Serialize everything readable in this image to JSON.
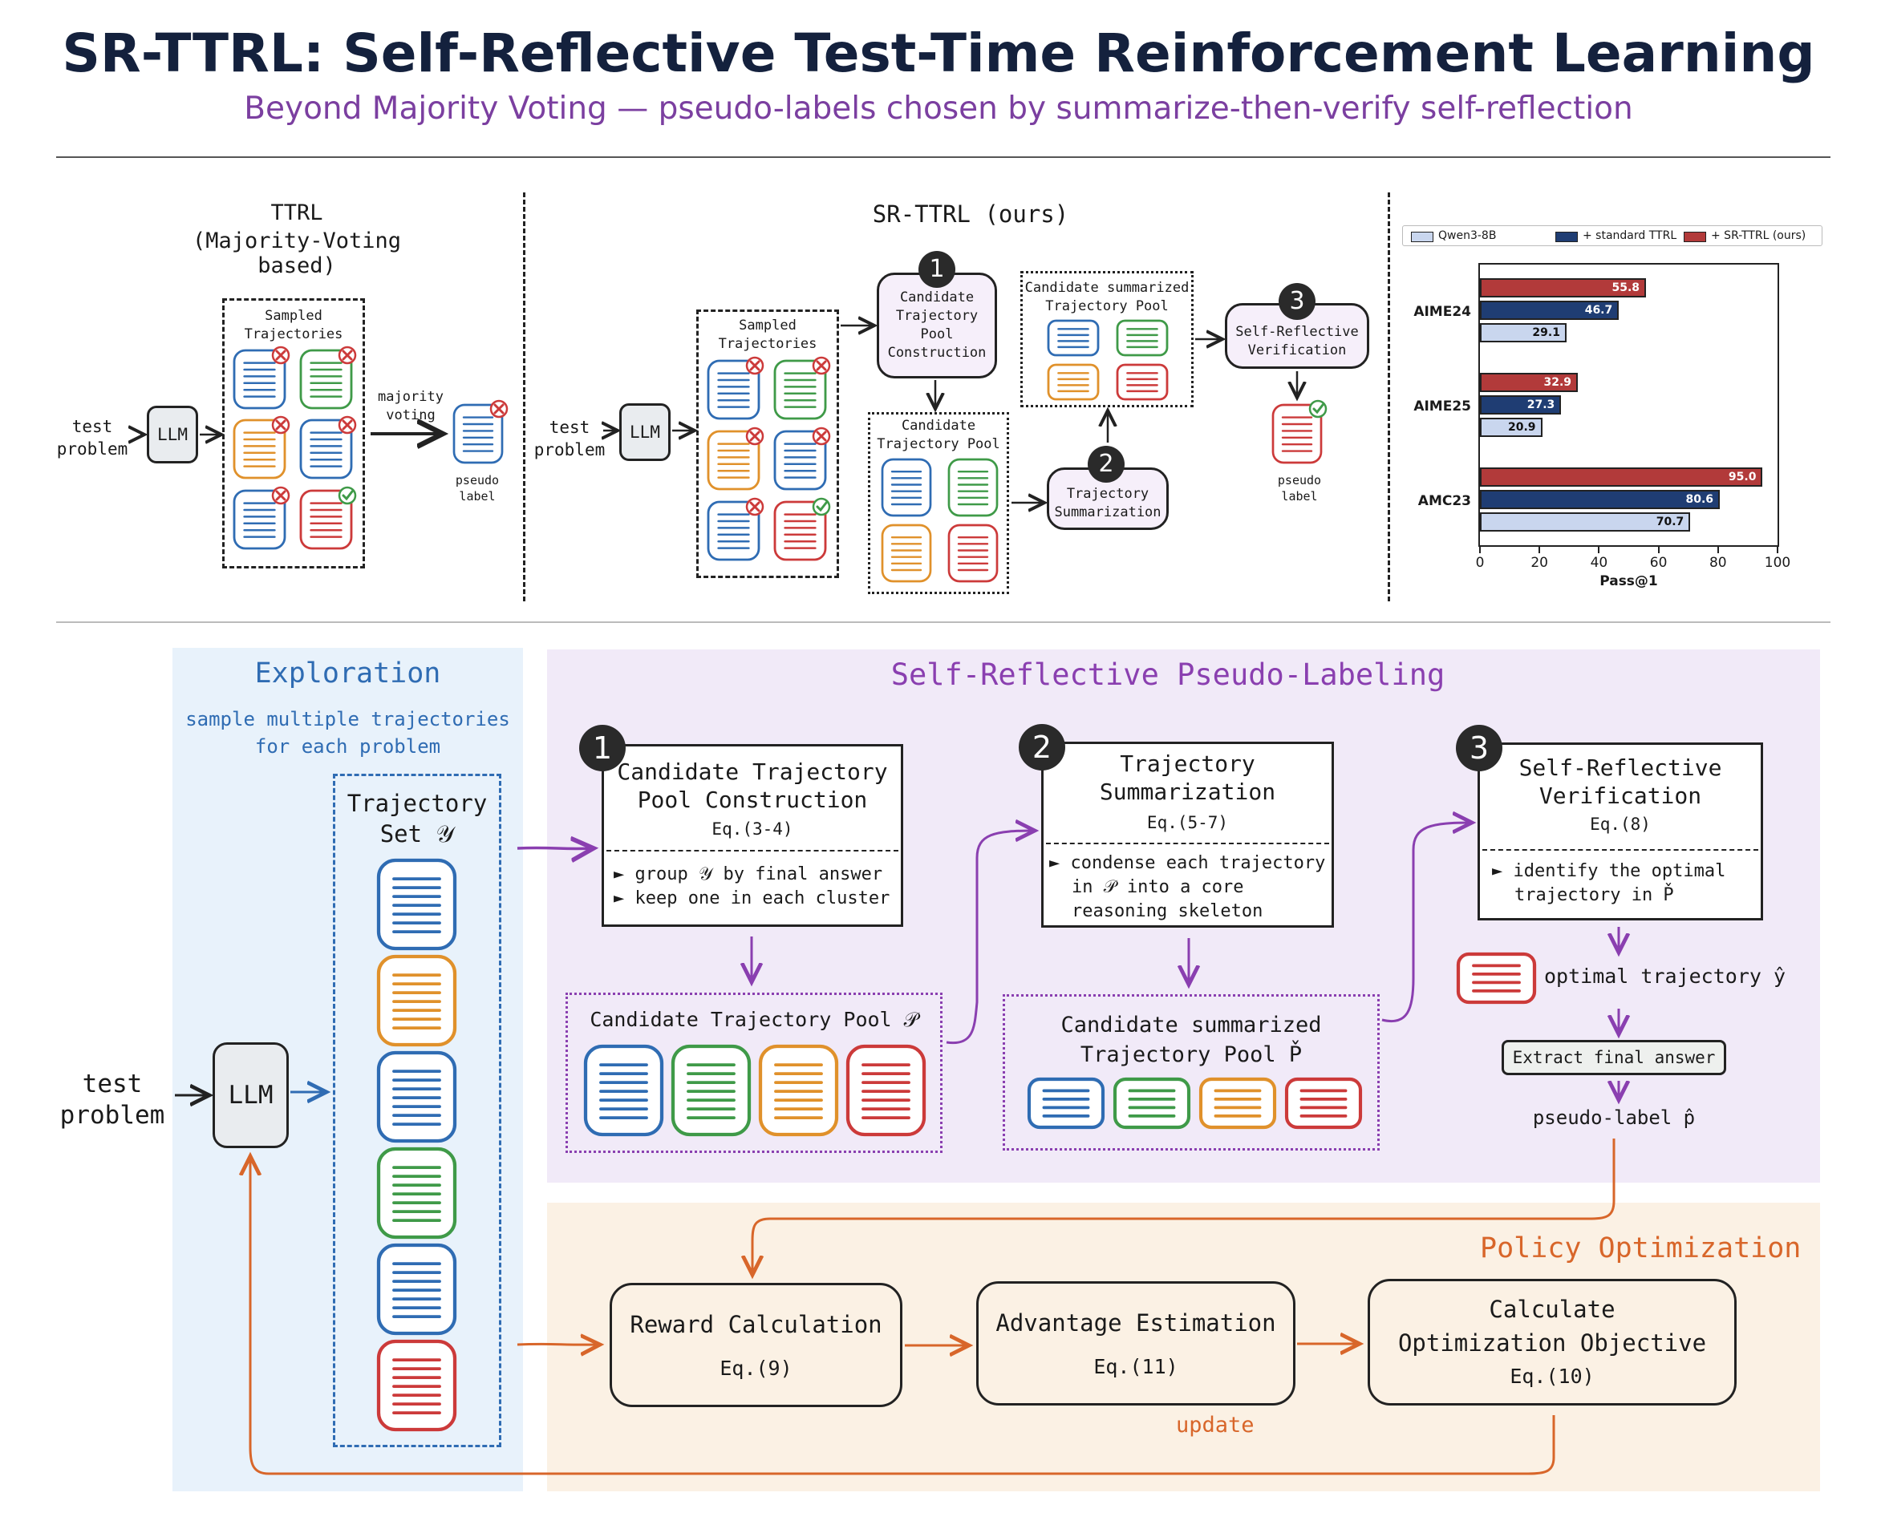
{
  "header": {
    "title": "SR-TTRL: Self-Reflective Test-Time Reinforcement Learning",
    "subtitle": "Beyond Majority Voting — pseudo-labels chosen by summarize-then-verify self-reflection"
  },
  "ttrl_panel": {
    "title_line1": "TTRL",
    "title_line2": "(Majority-Voting based)",
    "input_line1": "test",
    "input_line2": "problem",
    "llm": "LLM",
    "sampled_line1": "Sampled",
    "sampled_line2": "Trajectories",
    "vote_line1": "majority",
    "vote_line2": "voting",
    "label_line1": "pseudo",
    "label_line2": "label"
  },
  "srttrl_panel": {
    "title": "SR-TTRL (ours)",
    "input_line1": "test",
    "input_line2": "problem",
    "llm": "LLM",
    "sampled_line1": "Sampled",
    "sampled_line2": "Trajectories",
    "step1_num": "1",
    "step1_lines": [
      "Candidate",
      "Trajectory",
      "Pool",
      "Construction"
    ],
    "pool_line1": "Candidate",
    "pool_line2": "Trajectory Pool",
    "step2_num": "2",
    "step2_lines": [
      "Trajectory",
      "Summarization"
    ],
    "summ_line1": "Candidate summarized",
    "summ_line2": "Trajectory Pool",
    "step3_num": "3",
    "step3_lines": [
      "Self-Reflective",
      "Verification"
    ],
    "label_line1": "pseudo",
    "label_line2": "label"
  },
  "chart_data": {
    "type": "bar",
    "orientation": "horizontal",
    "categories": [
      "AIME24",
      "AIME25",
      "AMC23"
    ],
    "series": [
      {
        "name": "Qwen3-8B",
        "values": [
          29.1,
          20.9,
          70.7
        ],
        "color": "#c9d6ee"
      },
      {
        "name": "+ standard TTRL",
        "values": [
          46.7,
          27.3,
          80.6
        ],
        "color": "#1f3d73"
      },
      {
        "name": "+ SR-TTRL (ours)",
        "values": [
          55.8,
          32.9,
          95.0
        ],
        "color": "#b23a3a"
      }
    ],
    "xlabel": "Pass@1",
    "xlim": [
      0,
      100
    ],
    "xticks": [
      "0",
      "20",
      "40",
      "60",
      "80",
      "100"
    ],
    "legend_position": "top"
  },
  "exploration": {
    "title": "Exploration",
    "desc_line1": "sample multiple trajectories",
    "desc_line2": "for each problem",
    "set_line1": "Trajectory",
    "set_line2": "Set 𝒴",
    "input_line1": "test",
    "input_line2": "problem",
    "llm": "LLM"
  },
  "pseudo_labeling": {
    "title": "Self-Reflective Pseudo-Labeling",
    "step1": {
      "num": "1",
      "title_line1": "Candidate Trajectory",
      "title_line2": "Pool Construction",
      "eq": "Eq.(3-4)",
      "bullet1": "► group 𝒴 by final answer",
      "bullet2": "► keep one in each cluster"
    },
    "pool1_label": "Candidate Trajectory Pool 𝒫",
    "step2": {
      "num": "2",
      "title_line1": "Trajectory",
      "title_line2": "Summarization",
      "eq": "Eq.(5-7)",
      "bullet1": "► condense each trajectory",
      "bullet2": "in 𝒫 into a core",
      "bullet3": "reasoning skeleton"
    },
    "pool2_line1": "Candidate summarized",
    "pool2_line2": "Trajectory Pool P̌",
    "step3": {
      "num": "3",
      "title_line1": "Self-Reflective",
      "title_line2": "Verification",
      "eq": "Eq.(8)",
      "bullet1": "► identify the optimal",
      "bullet2": "trajectory in P̌"
    },
    "optimal": "optimal trajectory ŷ",
    "extract": "Extract final answer",
    "pseudo": "pseudo-label p̂"
  },
  "policy": {
    "title": "Policy Optimization",
    "reward_title": "Reward Calculation",
    "reward_eq": "Eq.(9)",
    "adv_title": "Advantage Estimation",
    "adv_eq": "Eq.(11)",
    "obj_line1": "Calculate",
    "obj_line2": "Optimization Objective",
    "obj_eq": "Eq.(10)",
    "update": "update"
  },
  "colors": {
    "blue": "#2f6cb3",
    "green": "#3f9a48",
    "orange": "#e0912b",
    "red": "#cc3a3a",
    "purple": "#8a3fb0",
    "policy_orange": "#d8662a",
    "exploration_bg": "#e8f2fb",
    "pseudo_bg": "#f1eaf8",
    "policy_bg": "#fbf1e4"
  }
}
